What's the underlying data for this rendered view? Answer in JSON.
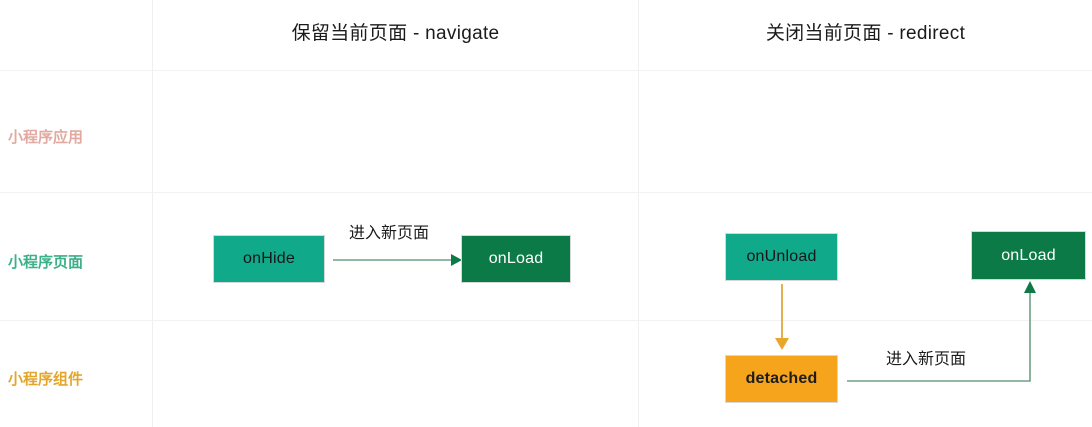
{
  "diagram": {
    "title_row_header": "",
    "columns": [
      {
        "label": "保留当前页面 - navigate"
      },
      {
        "label": "关闭当前页面 - redirect"
      }
    ],
    "rows": [
      {
        "label": "小程序应用",
        "color": "#e3a9a0"
      },
      {
        "label": "小程序页面",
        "color": "#3bb089"
      },
      {
        "label": "小程序组件",
        "color": "#e3a62a"
      }
    ],
    "nodes": {
      "navigate_onhide": "onHide",
      "navigate_onload": "onLoad",
      "redirect_onunload": "onUnload",
      "redirect_onload": "onLoad",
      "redirect_detached": "detached"
    },
    "edges": {
      "navigate_label": "进入新页面",
      "redirect_label": "进入新页面"
    },
    "colors": {
      "teal": "#10a98a",
      "green": "#0b7a46",
      "orange": "#f6a41c",
      "arrow_green": "#6f9f85",
      "arrow_head_green": "#0b7a46",
      "arrow_orange": "#e0a83a",
      "gridline": "#f0f0f2"
    }
  }
}
